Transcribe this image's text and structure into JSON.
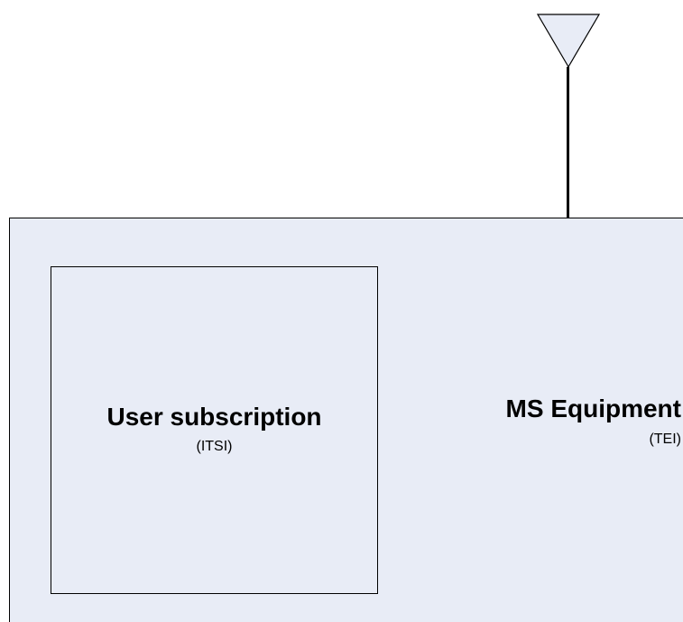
{
  "diagram": {
    "equipment": {
      "title": "MS Equipment",
      "identifier": "(TEI)"
    },
    "subscription": {
      "title": "User subscription",
      "identifier": "(ITSI)"
    },
    "colors": {
      "equipment_fill": "#e8ecf6",
      "stroke": "#000000"
    },
    "icons": {
      "antenna": "antenna-icon"
    }
  }
}
